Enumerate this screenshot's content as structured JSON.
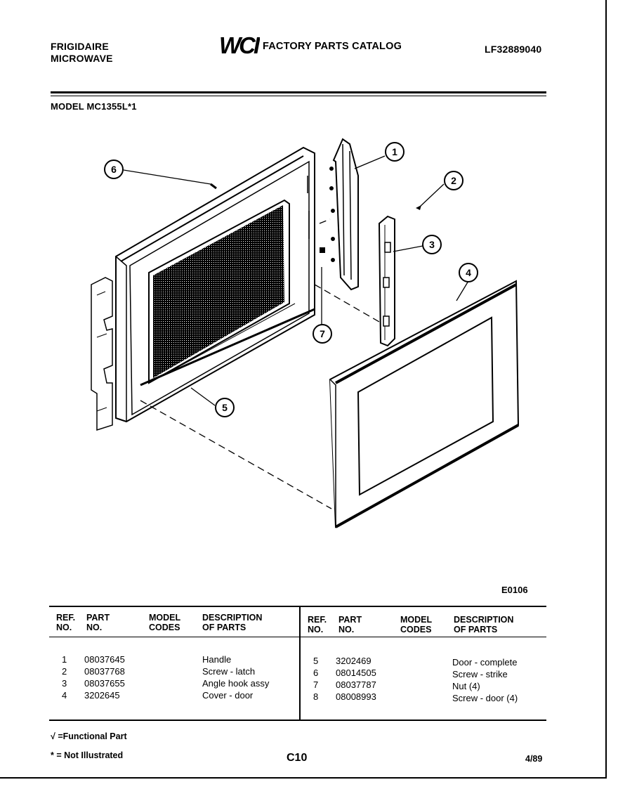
{
  "header": {
    "brand_line1": "FRIGIDAIRE",
    "brand_line2": "MICROWAVE",
    "logo_text": "WCI",
    "catalog_title": "FACTORY PARTS CATALOG",
    "catalog_number": "LF32889040",
    "model": "MODEL MC1355L*1"
  },
  "diagram": {
    "figure_code": "E0106",
    "callouts": [
      "1",
      "2",
      "3",
      "4",
      "5",
      "6",
      "7"
    ]
  },
  "table": {
    "headers": {
      "ref_line1": "REF.",
      "ref_line2": "NO.",
      "part_line1": "PART",
      "part_line2": "NO.",
      "model_line1": "MODEL",
      "model_line2": "CODES",
      "desc_line1": "DESCRIPTION",
      "desc_line2": "OF PARTS"
    },
    "left_rows": [
      {
        "ref": "1",
        "part": "08037645",
        "code": "",
        "desc": "Handle"
      },
      {
        "ref": "2",
        "part": "08037768",
        "code": "",
        "desc": "Screw - latch"
      },
      {
        "ref": "3",
        "part": "08037655",
        "code": "",
        "desc": "Angle hook assy"
      },
      {
        "ref": "4",
        "part": "3202645",
        "code": "",
        "desc": "Cover - door"
      }
    ],
    "right_rows": [
      {
        "ref": "5",
        "part": "3202469",
        "code": "",
        "desc": "Door - complete"
      },
      {
        "ref": "6",
        "part": "08014505",
        "code": "",
        "desc": "Screw - strike"
      },
      {
        "ref": "7",
        "part": "08037787",
        "code": "",
        "desc": "Nut (4)"
      },
      {
        "ref": "8",
        "part": "08008993",
        "code": "",
        "desc": "Screw - door (4)"
      }
    ]
  },
  "footer": {
    "functional_note": "√ =Functional Part",
    "not_illustrated_note": "* = Not Illustrated",
    "page": "C10",
    "date": "4/89"
  }
}
